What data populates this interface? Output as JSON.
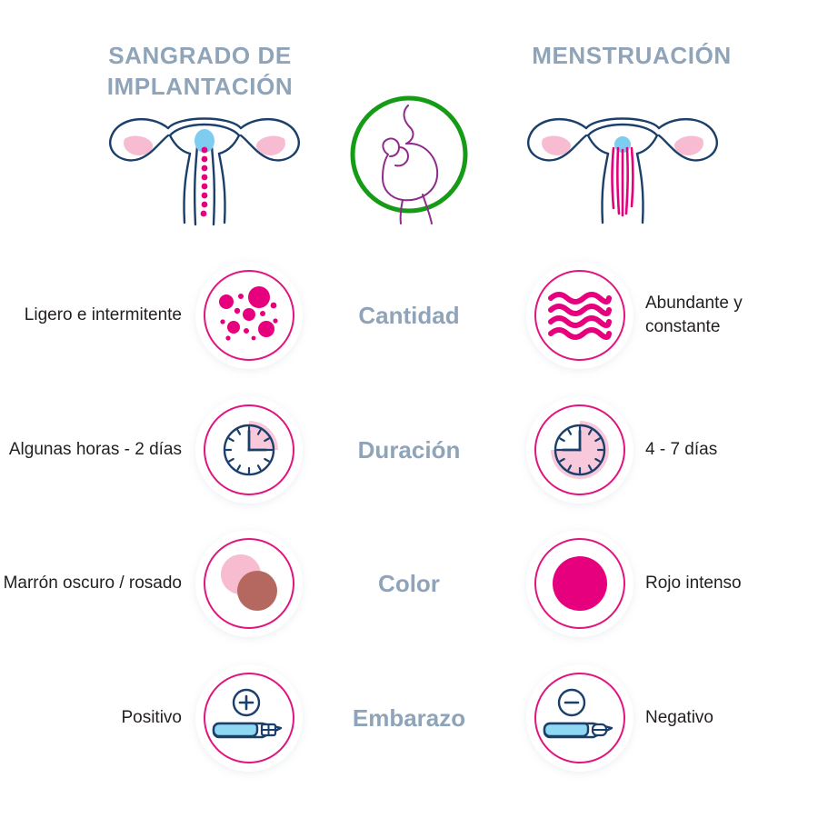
{
  "headers": {
    "left": "SANGRADO DE IMPLANTACIÓN",
    "right": "MENSTRUACIÓN"
  },
  "illustrations": {
    "left": "uterus-implantation-icon",
    "center": "pregnant-woman-circle-icon",
    "right": "uterus-menstruation-icon"
  },
  "colors": {
    "accent_magenta": "#e0157e",
    "accent_magenta_fill": "#e6007e",
    "title_grey": "#8fa4b8",
    "body_text": "#231f20",
    "outline_navy": "#1b3f6b",
    "light_pink": "#f8c9da",
    "pale_pink": "#f7bcd0",
    "brown_rose": "#b4685f",
    "baby_blue": "#7ecdf0",
    "green_ring": "#169b16",
    "purple_line": "#8e2a8c"
  },
  "rows": [
    {
      "key": "cantidad",
      "label": "Cantidad",
      "left_text": "Ligero e intermitente",
      "right_text": "Abundante y constante",
      "left_icon": "scattered-dots-icon",
      "right_icon": "wavy-lines-icon"
    },
    {
      "key": "duracion",
      "label": "Duración",
      "left_text": "Algunas horas - 2 días",
      "right_text": "4 - 7 días",
      "left_icon": "clock-small-wedge-icon",
      "right_icon": "clock-large-wedge-icon"
    },
    {
      "key": "color",
      "label": "Color",
      "left_text": "Marrón oscuro / rosado",
      "right_text": "Rojo intenso",
      "left_icon": "two-overlapping-circles-icon",
      "right_icon": "solid-magenta-circle-icon"
    },
    {
      "key": "embarazo",
      "label": "Embarazo",
      "left_text": "Positivo",
      "right_text": "Negativo",
      "left_icon": "pregnancy-test-positive-icon",
      "right_icon": "pregnancy-test-negative-icon"
    }
  ]
}
